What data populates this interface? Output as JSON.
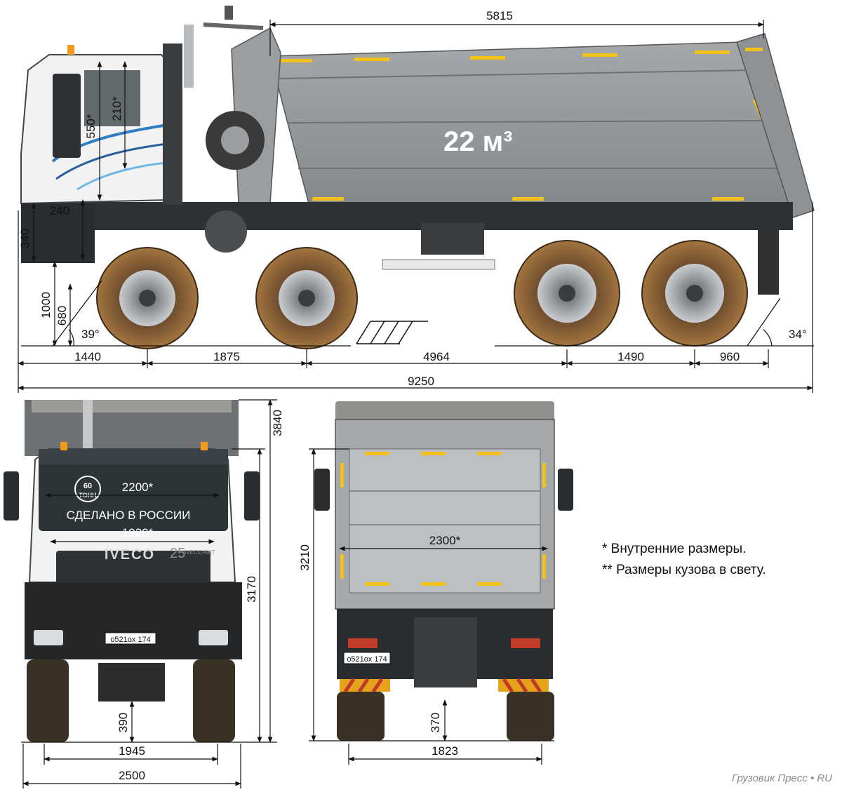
{
  "side_view": {
    "volume_label": "22 м³",
    "dims": {
      "body_length": "5815",
      "overall_length": "9250",
      "front_overhang": "1440",
      "wheelbase_1_2": "1875",
      "wheelbase_2_3": "4964",
      "wheelbase_3_4": "1490",
      "rear_overhang": "960",
      "cab_height_550": "550*",
      "cab_height_210": "210*",
      "step_240": "240",
      "bumper_340": "340",
      "height_1000": "1000",
      "height_680": "680",
      "approach_angle": "39°",
      "departure_angle": "34°"
    }
  },
  "front_view": {
    "plate": "о521ох 174",
    "badge_top": "60",
    "badge_bottom": "ТОНН",
    "windshield_text": "СДЕЛАНО В РОССИИ",
    "brand": "IVECO",
    "brand_badge": "25",
    "brand_badge_text": "IVECO AMT",
    "dims": {
      "cab_width_inner": "2200*",
      "cab_width_inner2": "1920*",
      "height_total": "3840",
      "height_cab": "3170",
      "ground_clearance": "390",
      "track_front": "1945",
      "width_total": "2500"
    }
  },
  "rear_view": {
    "plate": "о521ох 174",
    "dims": {
      "body_inner_width": "2300*",
      "body_height": "3210",
      "ground_clearance": "370",
      "track_rear": "1823"
    }
  },
  "notes": [
    "* Внутренние размеры.",
    "** Размеры кузова в свету."
  ],
  "credit": "Грузовик Пресс • RU",
  "colors": {
    "body_gray": "#8f9396",
    "cab_white": "#f2f2f2",
    "stripe_yellow": "#f2c21b",
    "mud_tire": "#9a6b3e",
    "chassis_dark": "#2f3234"
  }
}
